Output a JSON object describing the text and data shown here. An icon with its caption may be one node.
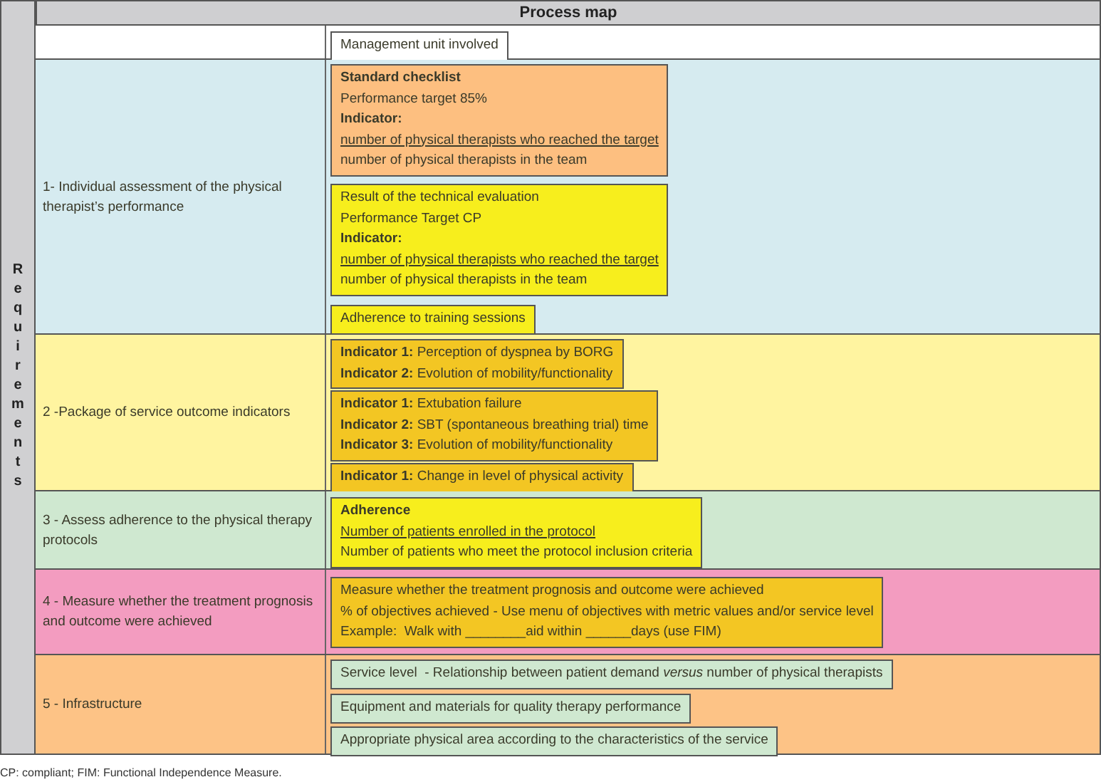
{
  "diagram": {
    "title": "Process map",
    "caption": "CP: compliant; FIM: Functional Independence Measure.",
    "nodes": [
      {
        "text": [
          "Requirements"
        ]
      },
      {
        "text": [
          "Management unit involved"
        ]
      },
      {
        "text": [
          "1- Individual assessment of the physical therapist’s performance"
        ]
      },
      {
        "text": [
          "Standard checklist",
          "Performance target 85%",
          "Indicator:",
          "number of physical therapists who reached the target",
          "number of physical therapists in the team"
        ],
        "in": 2
      },
      {
        "text": [
          "Result of the technical evaluation",
          "Performance Target CP",
          "Indicator:",
          "number of physical therapists who reached the target",
          "number of physical therapists in the team"
        ],
        "in": 2
      },
      {
        "text": [
          "Adherence to training sessions"
        ],
        "in": 2
      },
      {
        "text": [
          "2 -Package of service outcome indicators"
        ]
      },
      {
        "text": [
          "**Indicator 1:** Perception of dyspnea by BORG",
          "**Indicator 2:** Evolution of mobility/functionality"
        ],
        "in": 6
      },
      {
        "text": [
          "**Indicator 1:** Extubation failure",
          "**Indicator 2:** SBT (spontaneous breathing trial) time",
          "**Indicator 3:** Evolution of mobility/functionality"
        ],
        "in": 6
      },
      {
        "text": [
          "**Indicator 1:** Change in level of physical activity"
        ],
        "in": 6
      },
      {
        "text": [
          "3 - Assess adherence to the physical therapy protocols"
        ]
      },
      {
        "text": [
          "Adherence",
          "Number of patients enrolled in the protocol",
          "Number of patients who meet the protocol inclusion criteria"
        ],
        "in": 10
      },
      {
        "text": [
          "4 - Measure whether the treatment prognosis and outcome were achieved"
        ]
      },
      {
        "text": [
          "Measure whether the treatment prognosis and outcome were achieved",
          "% of objectives achieved - Use menu of objectives with metric values and/or service level",
          "Example:  Walk with ________aid within ______days (use FIM)"
        ],
        "in": 12
      },
      {
        "text": [
          "5 - Infrastructure"
        ]
      },
      {
        "text": [
          "Service level  - Relationship between patient demand *versus* number of physical therapists"
        ],
        "in": 14
      },
      {
        "text": [
          "Equipment and materials for quality therapy performance"
        ],
        "in": 14
      },
      {
        "text": [
          "Appropriate physical area according to the characteristics of the service"
        ],
        "in": 14
      }
    ]
  }
}
